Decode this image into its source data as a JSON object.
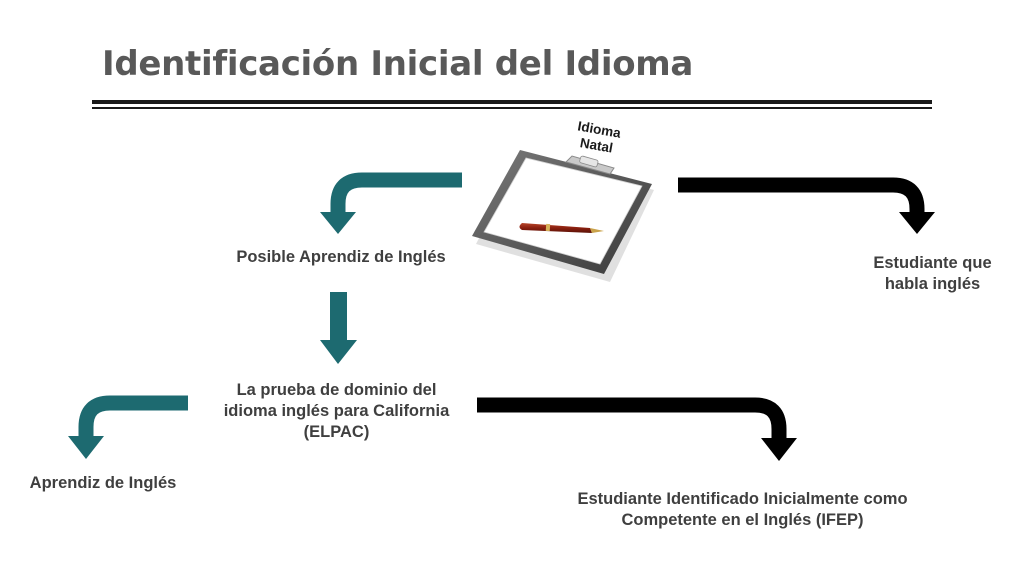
{
  "title": "Identificación Inicial del Idioma",
  "colors": {
    "teal": "#1d6a70",
    "black": "#000000",
    "title_gray": "#595959",
    "text": "#3f3f3f"
  },
  "clipboard": {
    "label_line1": "Idioma",
    "label_line2": "Natal",
    "icon": "clipboard-with-pen"
  },
  "nodes": {
    "possible_learner": "Posible Aprendiz de Inglés",
    "english_speaker_line1": "Estudiante que",
    "english_speaker_line2": "habla inglés",
    "elpac_line1": "La prueba de dominio del",
    "elpac_line2": "idioma inglés para California",
    "elpac_line3": "(ELPAC)",
    "english_learner": "Aprendiz de Inglés",
    "ifep_line1": "Estudiante Identificado Inicialmente como",
    "ifep_line2": "Competente en el Inglés (IFEP)"
  }
}
